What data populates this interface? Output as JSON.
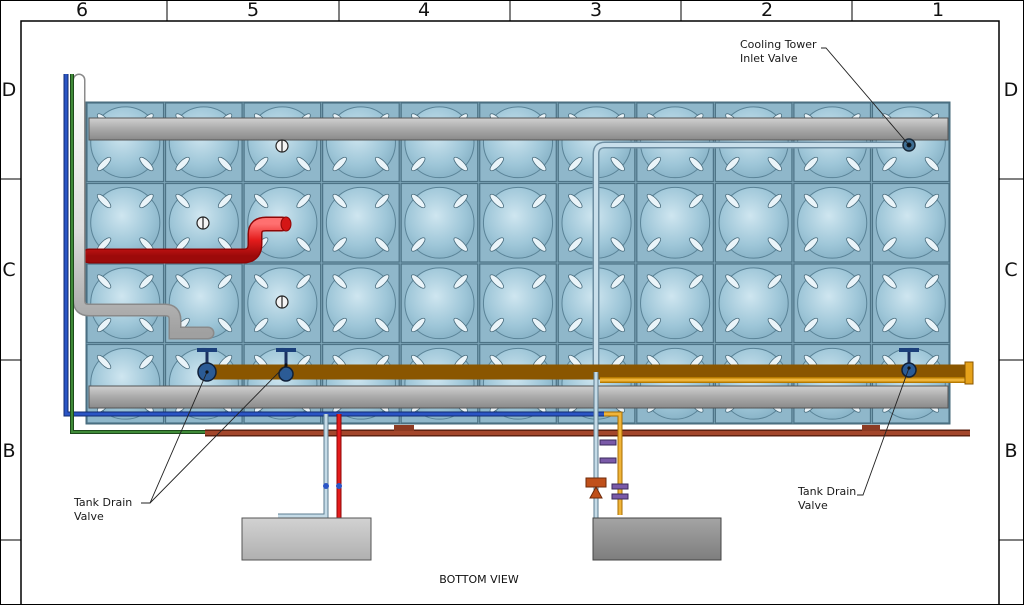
{
  "frame": {
    "columns": [
      "6",
      "5",
      "4",
      "3",
      "2",
      "1"
    ],
    "rows": [
      "D",
      "C",
      "B"
    ]
  },
  "view_title": "BOTTOM VIEW",
  "callouts": {
    "cooling_tower_inlet_valve": [
      "Cooling Tower",
      "Inlet Valve"
    ],
    "tank_drain_valve_left": [
      "Tank Drain",
      "Valve"
    ],
    "tank_drain_valve_right": [
      "Tank Drain",
      "Valve"
    ]
  },
  "colors": {
    "tank_panel": "#9cc4d6",
    "tank_seam": "#5f8a9e",
    "steel_beam": "#a8a8a8",
    "hot_pipe": "#e41c1c",
    "white_pipe": "#e2e2e2",
    "drain_pipe": "#e6a21a",
    "overflow_pipe": "#9a3b22",
    "blue_pipe": "#1b3f9a",
    "green_pipe": "#2f6b2a",
    "light_pipe": "#bcd6e6",
    "pump_base": "#c4c4c4",
    "valve": "#1f4f7a"
  }
}
